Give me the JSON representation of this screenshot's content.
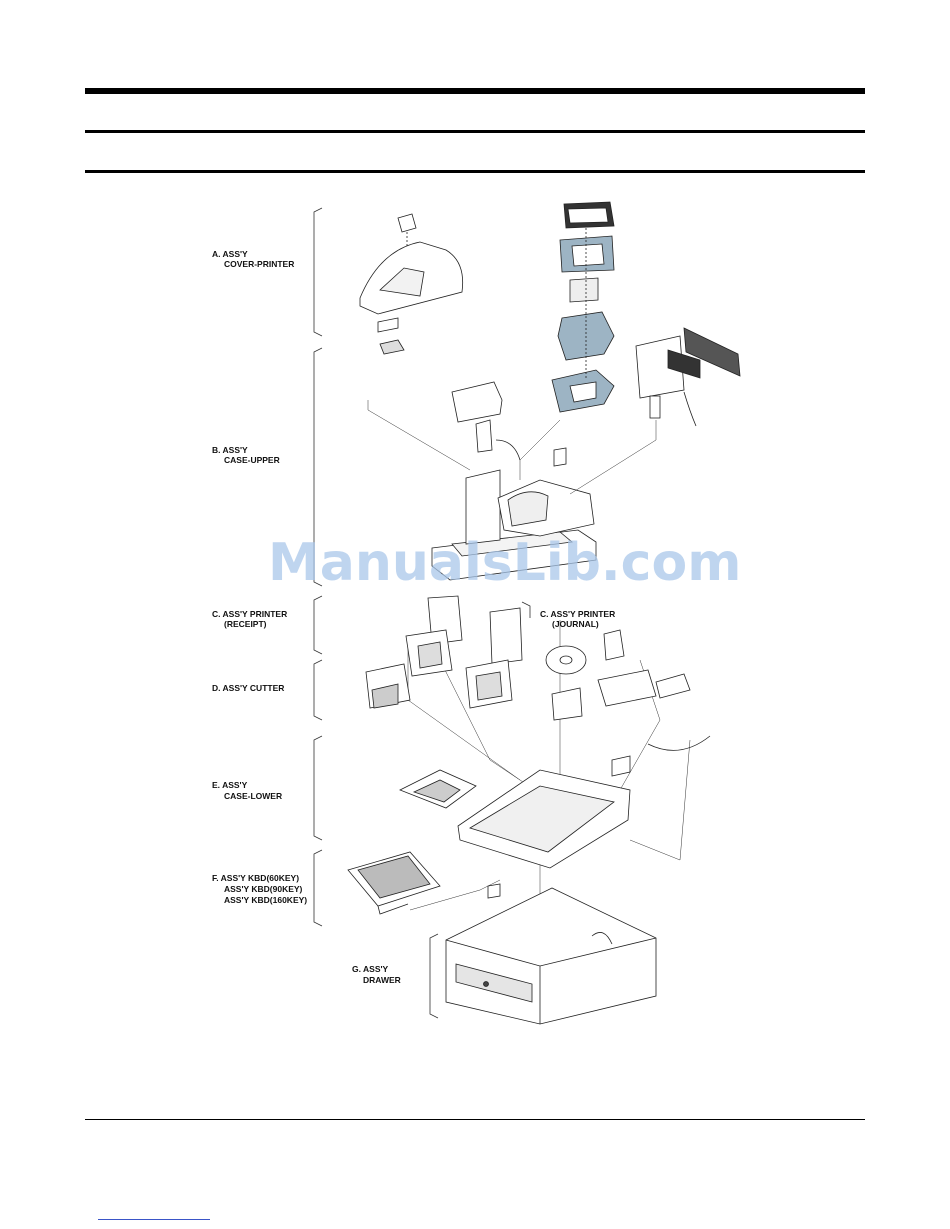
{
  "assemblies": {
    "a": {
      "line1": "A. ASS'Y",
      "line2": "COVER-PRINTER"
    },
    "b": {
      "line1": "B. ASS'Y",
      "line2": "CASE-UPPER"
    },
    "c_receipt": {
      "line1": "C. ASS'Y PRINTER",
      "line2": "(RECEIPT)"
    },
    "c_journal": {
      "line1": "C. ASS'Y PRINTER",
      "line2": "(JOURNAL)"
    },
    "d": {
      "line1": "D. ASS'Y CUTTER"
    },
    "e": {
      "line1": "E. ASS'Y",
      "line2": "CASE-LOWER"
    },
    "f": {
      "line1": "F. ASS'Y KBD(60KEY)",
      "line2": "ASS'Y KBD(90KEY)",
      "line3": "ASS'Y KBD(160KEY)"
    },
    "g": {
      "line1": "G. ASS'Y",
      "line2": "DRAWER"
    }
  },
  "watermark": "ManualsLib.com",
  "colors": {
    "accent_part": "#9db4c4",
    "watermark": "#a9c7ea"
  }
}
